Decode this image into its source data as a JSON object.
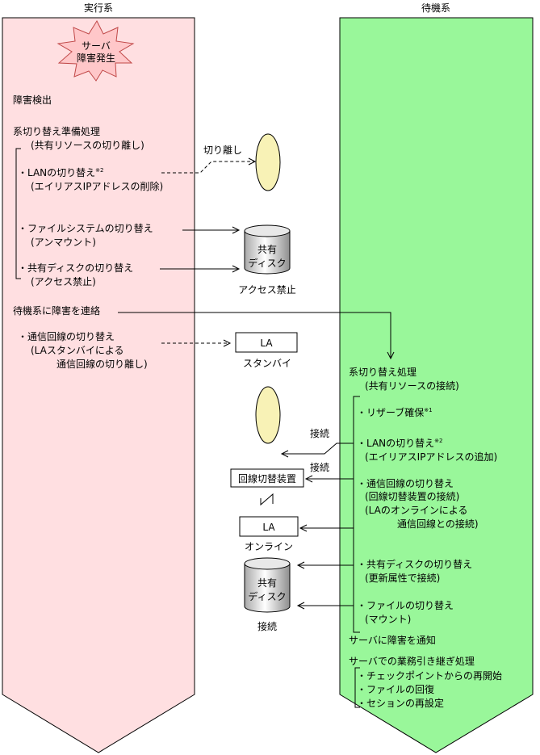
{
  "left_column": {
    "title": "実行系",
    "burst_line1": "サーバ",
    "burst_line2": "障害発生",
    "detect": "障害検出",
    "prep": "系切り替え準備処理",
    "prep_sub": "(共有リソースの切り離し)",
    "lan_switch": "・LANの切り替え",
    "note2": "※2",
    "lan_switch_sub": "(エイリアスIPアドレスの削除)",
    "fs_switch": "・ファイルシステムの切り替え",
    "fs_switch_sub": "(アンマウント)",
    "disk_switch": "・共有ディスクの切り替え",
    "disk_switch_sub": "(アクセス禁止)",
    "notify": "待機系に障害を連絡",
    "comm_switch": "・通信回線の切り替え",
    "comm_switch_sub1": "(LAスタンバイによる",
    "comm_switch_sub2": "通信回線の切り離し)"
  },
  "middle": {
    "disconnect_label": "切り離し",
    "disk_line1": "共有",
    "disk_line2": "ディスク",
    "access_denied": "アクセス禁止",
    "la_label": "LA",
    "standby": "スタンバイ",
    "connect_label": "接続",
    "switch_device": "回線切替装置",
    "online": "オンライン",
    "connected": "接続"
  },
  "right_column": {
    "title": "待機系",
    "switch": "系切り替え処理",
    "switch_sub": "(共有リソースの接続)",
    "reserve": "・リザーブ確保",
    "note1": "※1",
    "lan_switch": "・LANの切り替え",
    "note2": "※2",
    "lan_switch_sub": "(エイリアスIPアドレスの追加)",
    "comm_switch": "・通信回線の切り替え",
    "comm_switch_sub1": "(回線切替装置の接続)",
    "comm_switch_sub2": "(LAのオンラインによる",
    "comm_switch_sub3": "通信回線との接続)",
    "disk_switch": "・共有ディスクの切り替え",
    "disk_switch_sub": "(更新属性で接続)",
    "file_switch": "・ファイルの切り替え",
    "file_switch_sub": "(マウント)",
    "server_notify": "サーバに障害を通知",
    "takeover": "サーバでの業務引き継ぎ処理",
    "restart": "・チェックポイントからの再開始",
    "recover": "・ファイルの回復",
    "session": "・セションの再設定"
  },
  "colors": {
    "left_fill": "#ffdfe1",
    "right_fill": "#99f79a",
    "ellipse_fill": "#f8f2b6",
    "burst_fill": "#ffc7c9"
  }
}
